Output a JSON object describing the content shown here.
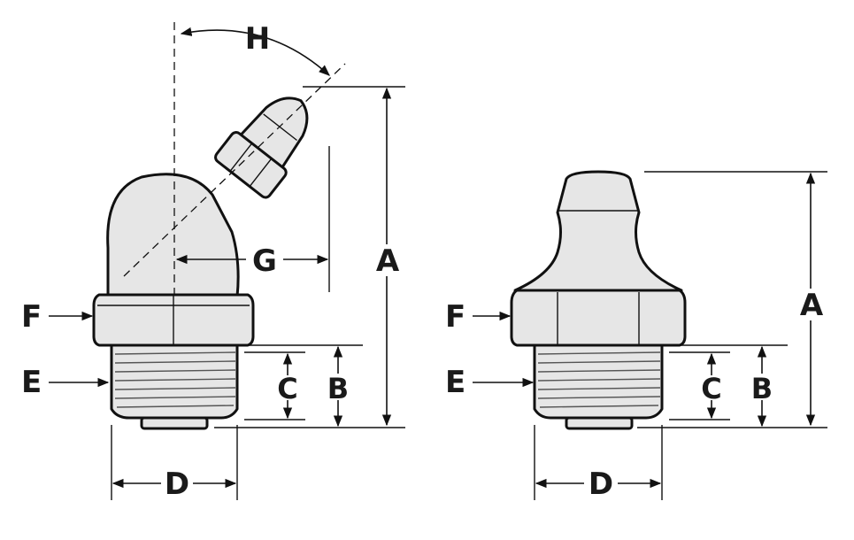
{
  "diagram": {
    "angled_fitting": {
      "labels": {
        "angle": "H",
        "overall_height": "A",
        "offset": "G",
        "thread_length": "B",
        "effective_length": "C",
        "thread_diameter": "D",
        "thread": "E",
        "hex": "F"
      }
    },
    "straight_fitting": {
      "labels": {
        "overall_height": "A",
        "thread_length": "B",
        "effective_length": "C",
        "thread_diameter": "D",
        "thread": "E",
        "hex": "F"
      }
    },
    "colors": {
      "line": "#111111",
      "fill": "#e6e6e6",
      "background": "#ffffff"
    }
  }
}
